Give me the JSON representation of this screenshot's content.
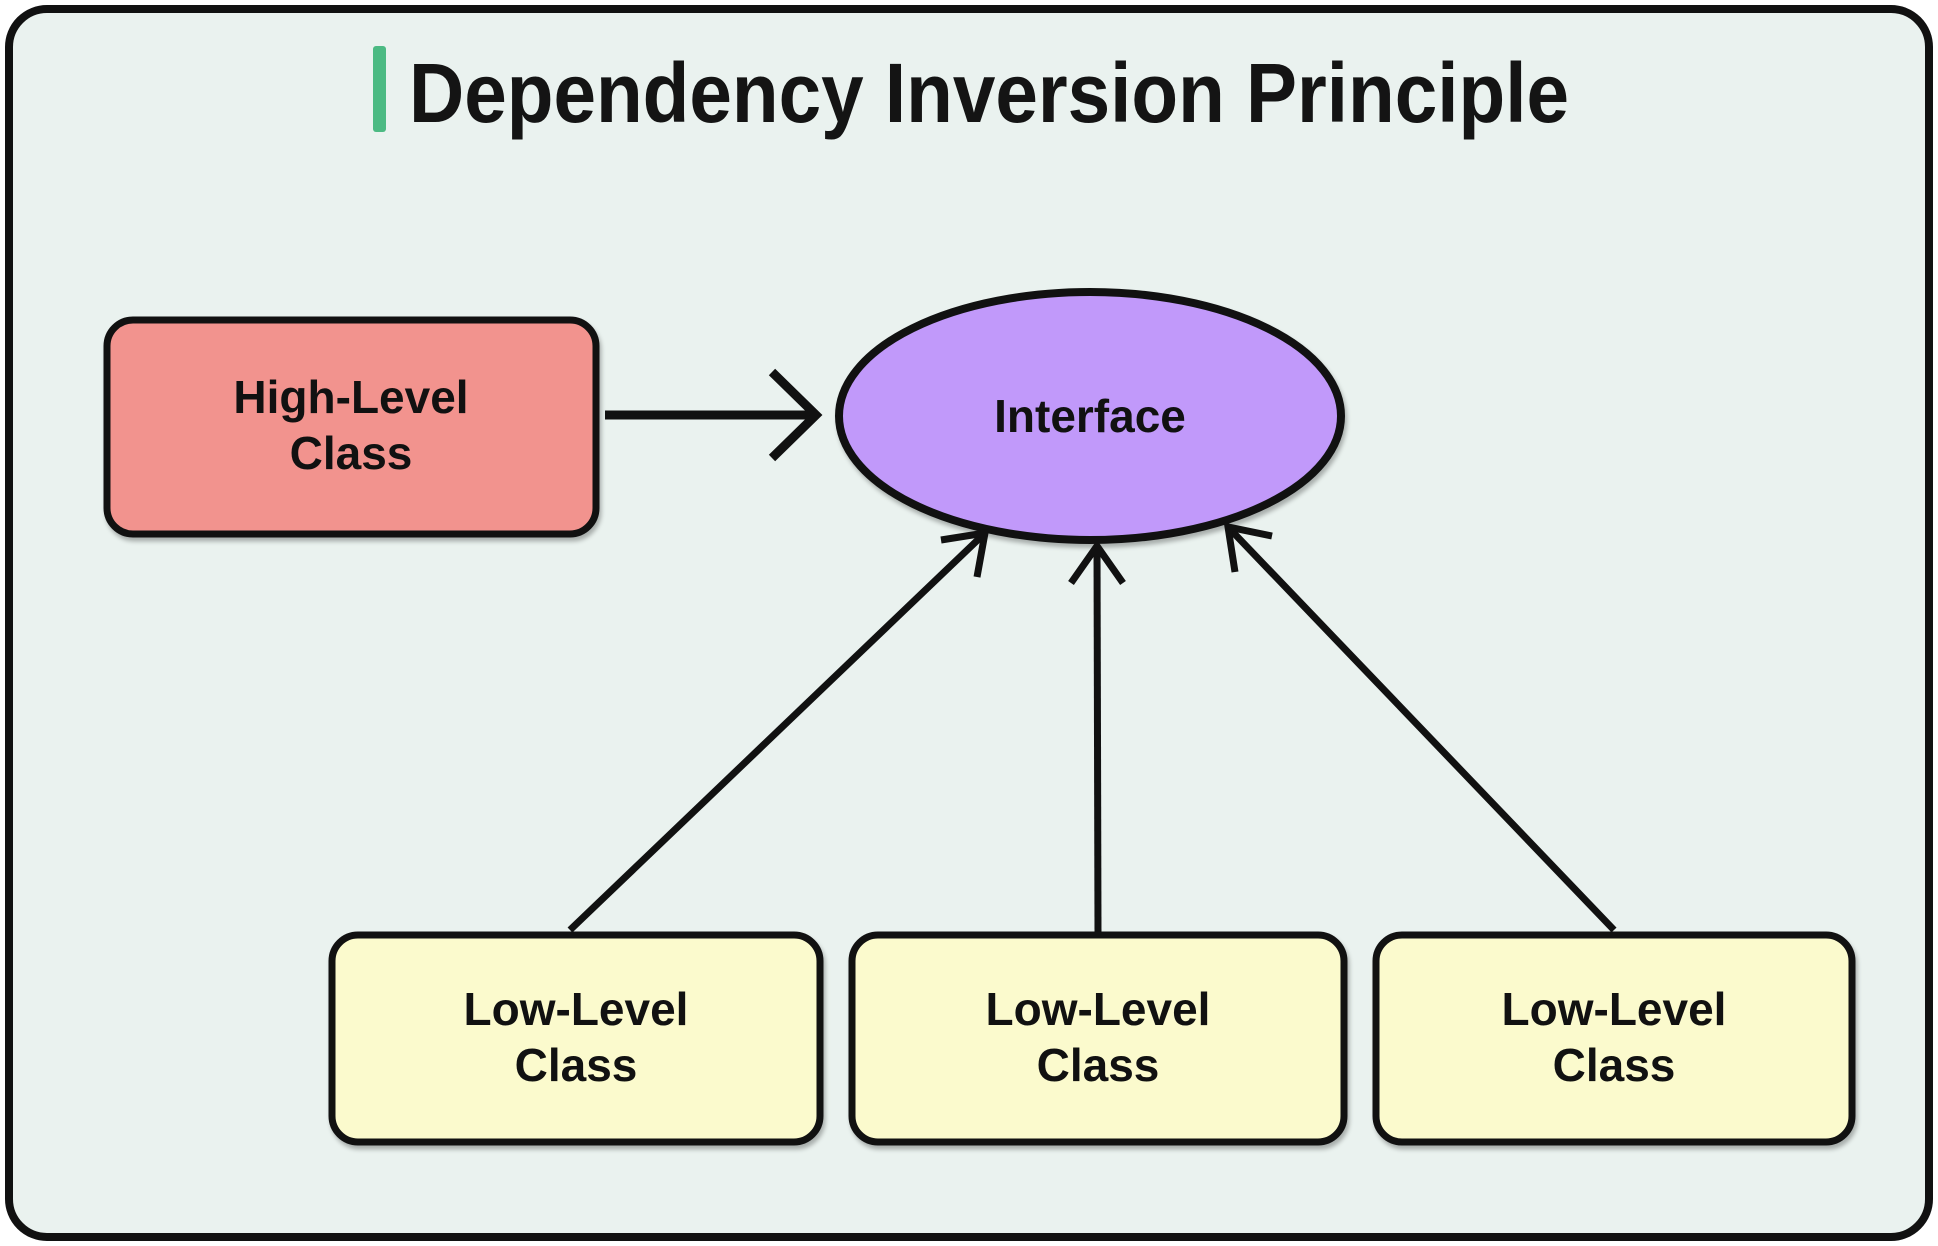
{
  "title": {
    "text": "Dependency Inversion Principle",
    "accent_color": "#4cba83"
  },
  "canvas": {
    "background": "#eaf2ef",
    "border_color": "#111111",
    "outer_background": "#ffffff"
  },
  "arrow_color": "#111111",
  "nodes": {
    "high_level": {
      "line1": "High-Level",
      "line2": "Class",
      "fill": "#f2938e"
    },
    "interface": {
      "label": "Interface",
      "fill": "#c199fa"
    },
    "low_level_1": {
      "line1": "Low-Level",
      "line2": "Class",
      "fill": "#fbfacd"
    },
    "low_level_2": {
      "line1": "Low-Level",
      "line2": "Class",
      "fill": "#fbfacd"
    },
    "low_level_3": {
      "line1": "Low-Level",
      "line2": "Class",
      "fill": "#fbfacd"
    }
  },
  "edges": [
    {
      "from": "high_level",
      "to": "interface"
    },
    {
      "from": "low_level_1",
      "to": "interface"
    },
    {
      "from": "low_level_2",
      "to": "interface"
    },
    {
      "from": "low_level_3",
      "to": "interface"
    }
  ]
}
